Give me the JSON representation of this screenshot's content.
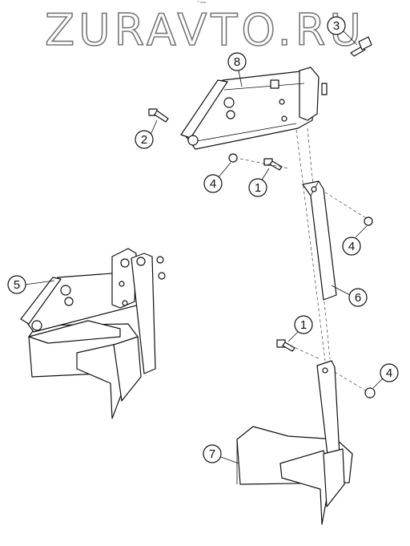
{
  "watermark": "ZURAVTO.RU",
  "tiny_text": "°° ooo",
  "callouts": {
    "c1a": "1",
    "c1b": "1",
    "c2": "2",
    "c3": "3",
    "c4a": "4",
    "c4b": "4",
    "c4c": "4",
    "c5": "5",
    "c6": "6",
    "c7": "7",
    "c8": "8"
  }
}
